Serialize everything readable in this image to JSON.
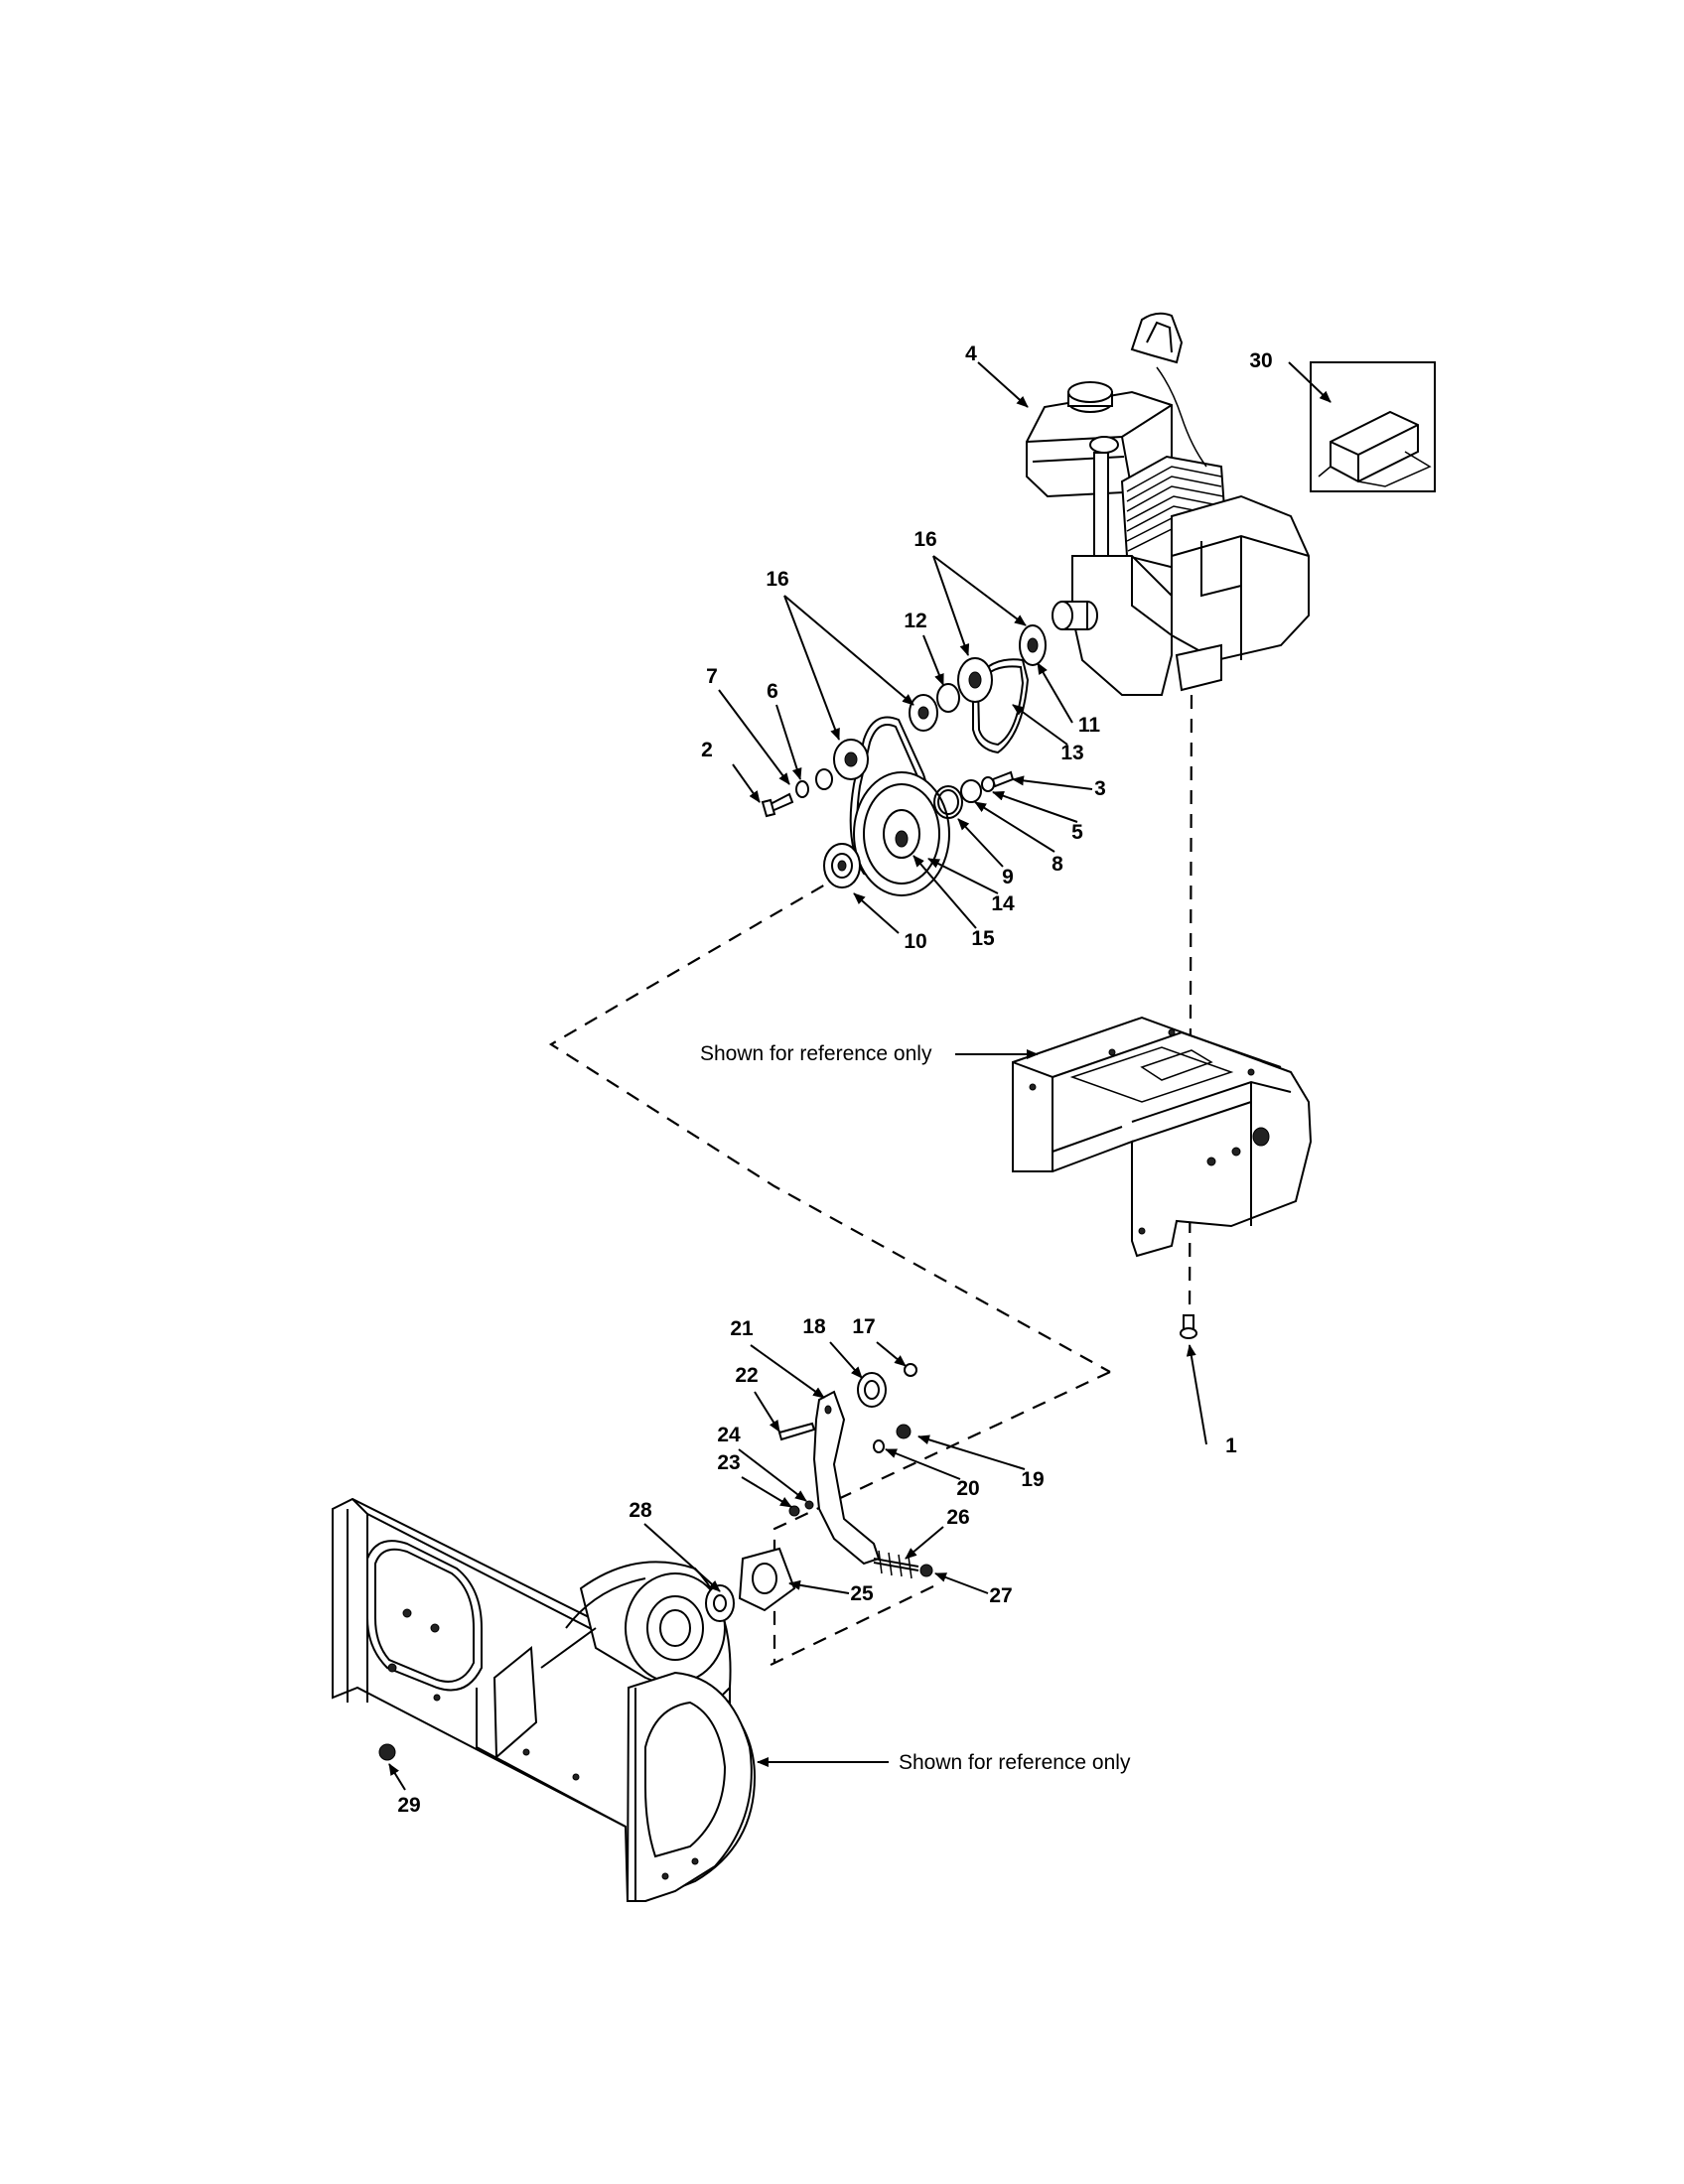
{
  "labels": {
    "p1": "1",
    "p2": "2",
    "p3": "3",
    "p4": "4",
    "p5": "5",
    "p6": "6",
    "p7": "7",
    "p8": "8",
    "p9": "9",
    "p10": "10",
    "p11": "11",
    "p12": "12",
    "p13": "13",
    "p14": "14",
    "p15": "15",
    "p16a": "16",
    "p16b": "16",
    "p17": "17",
    "p18": "18",
    "p19": "19",
    "p20": "20",
    "p21": "21",
    "p22": "22",
    "p23": "23",
    "p24": "24",
    "p25": "25",
    "p26": "26",
    "p27": "27",
    "p28": "28",
    "p29": "29",
    "p30": "30"
  },
  "notes": {
    "frame_reference": "Shown for reference only",
    "housing_reference": "Shown for reference only"
  },
  "colors": {
    "ink": "#000000",
    "paper": "#ffffff"
  },
  "icons": [
    "arrow-head-icon"
  ]
}
